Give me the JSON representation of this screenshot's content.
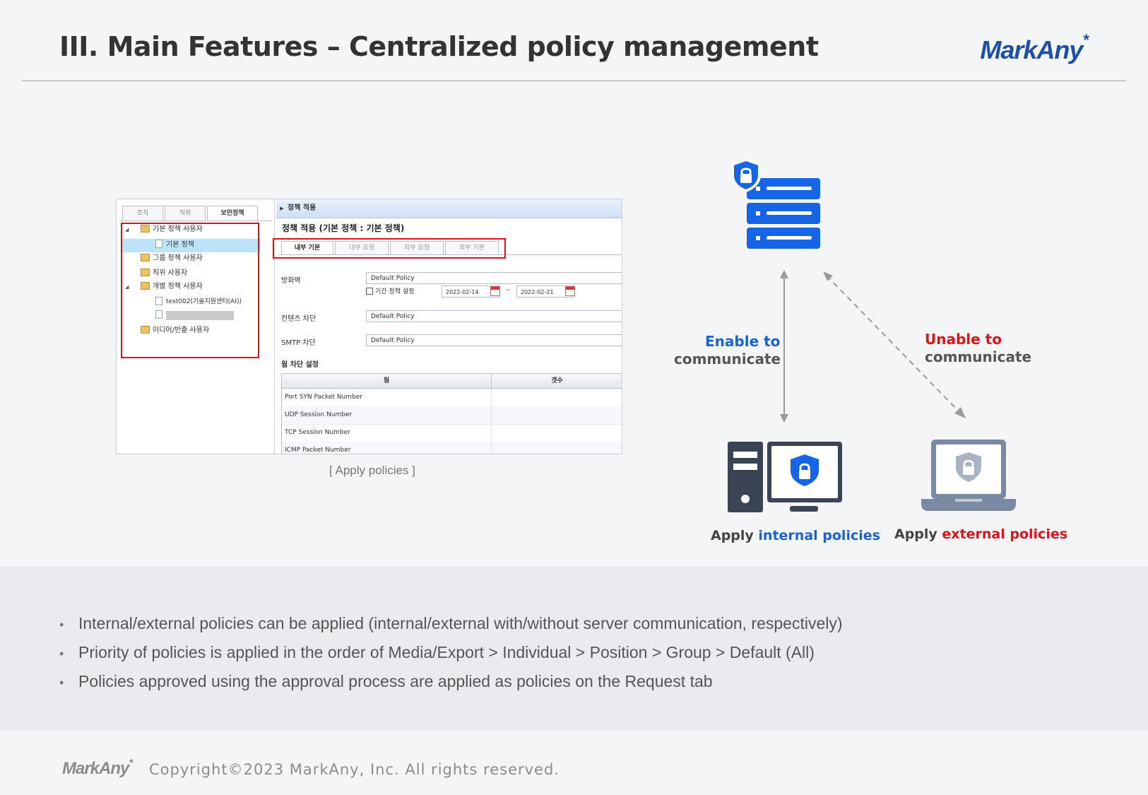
{
  "header": {
    "title": "III. Main Features – Centralized policy management",
    "logo": "MarkAny",
    "logo_mark": "*"
  },
  "screenshot": {
    "left_tabs": [
      "조직",
      "직위",
      "보안정책"
    ],
    "tree": [
      {
        "label": "기본 정책 사용자",
        "type": "folder",
        "expanded": true
      },
      {
        "label": "기본 정책",
        "type": "doc",
        "selected": true
      },
      {
        "label": "그룹 정책 사용자",
        "type": "folder"
      },
      {
        "label": "직위 사용자",
        "type": "folder"
      },
      {
        "label": "개별 정책 사용자",
        "type": "folder",
        "expanded": true
      },
      {
        "label": "test002(기술지원센터(AI))",
        "type": "doc"
      },
      {
        "label": "",
        "type": "doc",
        "redacted": true
      },
      {
        "label": "미디어/반출 사용자",
        "type": "folder"
      }
    ],
    "panel_header": "정책 적용",
    "panel_title": "정책 적용 (기본 정책 : 기본 정책)",
    "policy_tabs": [
      "내부 기본",
      "내부 요청",
      "외부 요청",
      "외부 기본"
    ],
    "fields": {
      "firewall_label": "방화벽",
      "firewall_value": "Default Policy",
      "period_label": "기간 정책 설정",
      "date_from": "2022-02-14",
      "date_sep": "~",
      "date_to": "2022-02-21",
      "content_label": "컨텐츠 차단",
      "content_value": "Default Policy",
      "smtp_label": "SMTP 차단",
      "smtp_value": "Default Policy",
      "worm_label": "웜 차단 설정"
    },
    "table": {
      "headers": [
        "웜",
        "갯수"
      ],
      "rows": [
        "Port SYN Packet Number",
        "UDP Session Number",
        "TCP Session Number",
        "ICMP Packet Number"
      ]
    },
    "caption": "[ Apply policies ]"
  },
  "diagram": {
    "enable_line1": "Enable to",
    "enable_line2": "communicate",
    "unable_line1": "Unable to",
    "unable_line2": "communicate",
    "internal_prefix": "Apply ",
    "internal_highlight": "internal policies",
    "external_prefix": "Apply ",
    "external_highlight": "external policies",
    "colors": {
      "accent_blue": "#1a63d3",
      "accent_red": "#d9141b",
      "server_blue": "#1565e6",
      "desktop_dark": "#3a4454",
      "laptop_slate": "#7b8aa3"
    },
    "icons": [
      "server-icon",
      "shield-lock-icon",
      "desktop-pc-icon",
      "laptop-icon"
    ]
  },
  "bullets": [
    "Internal/external policies can be applied (internal/external with/without server communication, respectively)",
    "Priority of policies is applied in the order of Media/Export > Individual > Position > Group > Default (All)",
    "Policies approved using the approval process are applied as policies on the Request tab"
  ],
  "footer": {
    "logo": "MarkAny",
    "logo_mark": "*",
    "copyright": "Copyright©2023 MarkAny, Inc. All rights reserved."
  }
}
